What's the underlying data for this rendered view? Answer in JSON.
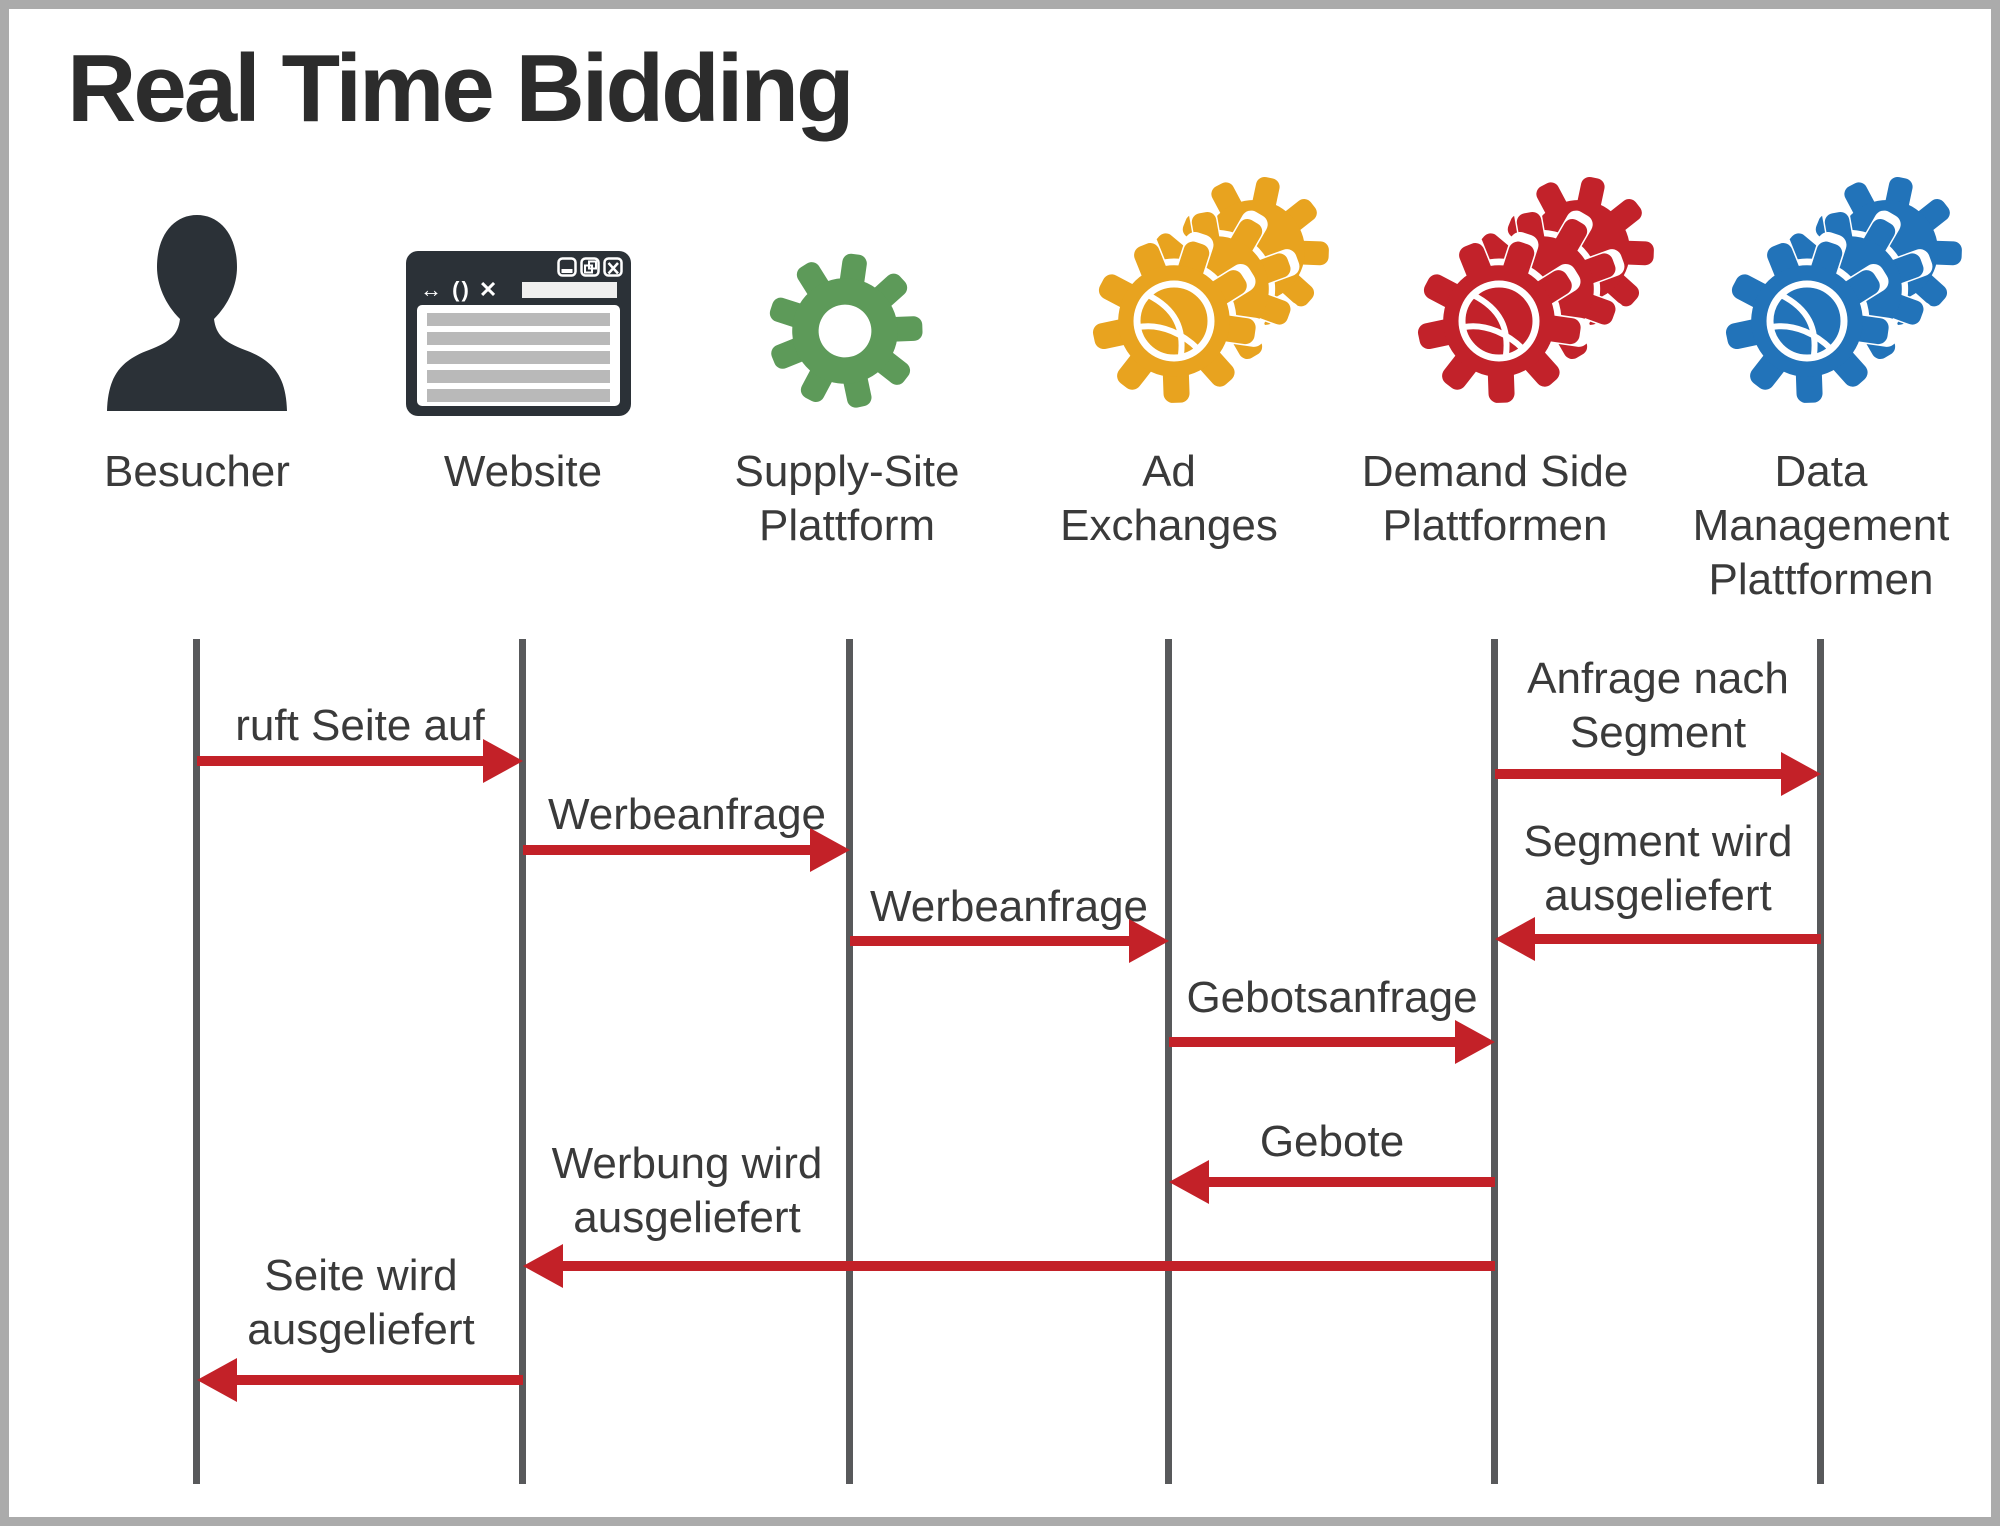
{
  "title": "Real Time Bidding",
  "actors": [
    {
      "label": "Besucher",
      "icon": "person-icon",
      "color": "#2b3137"
    },
    {
      "label": "Website",
      "icon": "browser-icon",
      "color": "#2b3137"
    },
    {
      "label": "Supply-Site\nPlattform",
      "icon": "gear-icon",
      "color": "#5d9a59"
    },
    {
      "label": "Ad\nExchanges",
      "icon": "gear-stack-icon",
      "color": "#e8a31f"
    },
    {
      "label": "Demand Side\nPlattformen",
      "icon": "gear-stack-icon",
      "color": "#c2222a"
    },
    {
      "label": "Data\nManagement\nPlattformen",
      "icon": "gear-stack-icon",
      "color": "#2273b9"
    }
  ],
  "browser_icon": {
    "toolbar_glyphs": "↔ () ✕"
  },
  "messages": [
    {
      "label": "ruft Seite auf",
      "from": "Besucher",
      "to": "Website",
      "direction": "right"
    },
    {
      "label": "Werbeanfrage",
      "from": "Website",
      "to": "Supply-Site Plattform",
      "direction": "right"
    },
    {
      "label": "Werbeanfrage",
      "from": "Supply-Site Plattform",
      "to": "Ad Exchanges",
      "direction": "right"
    },
    {
      "label": "Anfrage nach\nSegment",
      "from": "Demand Side Plattformen",
      "to": "Data Management Plattformen",
      "direction": "right"
    },
    {
      "label": "Segment wird\nausgeliefert",
      "from": "Data Management Plattformen",
      "to": "Demand Side Plattformen",
      "direction": "left"
    },
    {
      "label": "Gebotsanfrage",
      "from": "Ad Exchanges",
      "to": "Demand Side Plattformen",
      "direction": "right"
    },
    {
      "label": "Gebote",
      "from": "Demand Side Plattformen",
      "to": "Ad Exchanges",
      "direction": "left"
    },
    {
      "label": "Werbung wird\nausgeliefert",
      "from": "Demand Side Plattformen",
      "to": "Website",
      "direction": "left"
    },
    {
      "label": "Seite wird\nausgeliefert",
      "from": "Website",
      "to": "Besucher",
      "direction": "left"
    }
  ],
  "colors": {
    "arrow_red": "#c32128",
    "lifeline_gray": "#58595b",
    "icon_dark": "#2b3137",
    "gear_green": "#5d9a59",
    "gear_yellow": "#e8a31f",
    "gear_red": "#c2222a",
    "gear_blue": "#2273b9",
    "text": "#3a3a3a",
    "frame": "#ababab"
  }
}
